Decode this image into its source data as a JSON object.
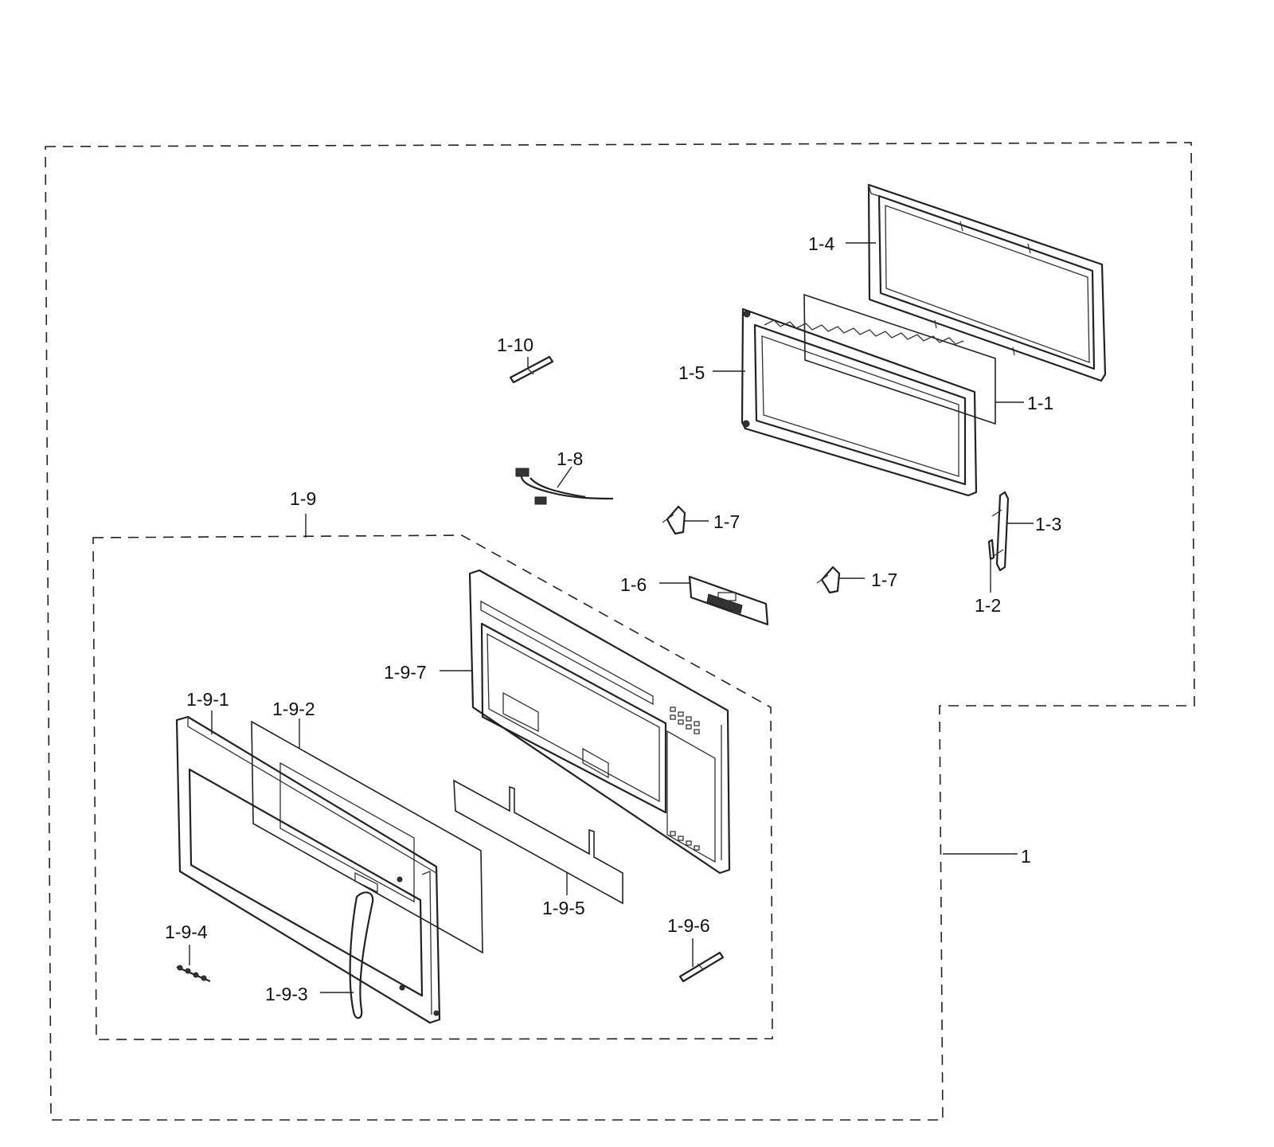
{
  "labels": {
    "l_1": "1",
    "l_1_1": "1-1",
    "l_1_2": "1-2",
    "l_1_3": "1-3",
    "l_1_4": "1-4",
    "l_1_5": "1-5",
    "l_1_6": "1-6",
    "l_1_7a": "1-7",
    "l_1_7b": "1-7",
    "l_1_8": "1-8",
    "l_1_9": "1-9",
    "l_1_10": "1-10",
    "l_1_9_1": "1-9-1",
    "l_1_9_2": "1-9-2",
    "l_1_9_3": "1-9-3",
    "l_1_9_4": "1-9-4",
    "l_1_9_5": "1-9-5",
    "l_1_9_6": "1-9-6",
    "l_1_9_7": "1-9-7"
  }
}
